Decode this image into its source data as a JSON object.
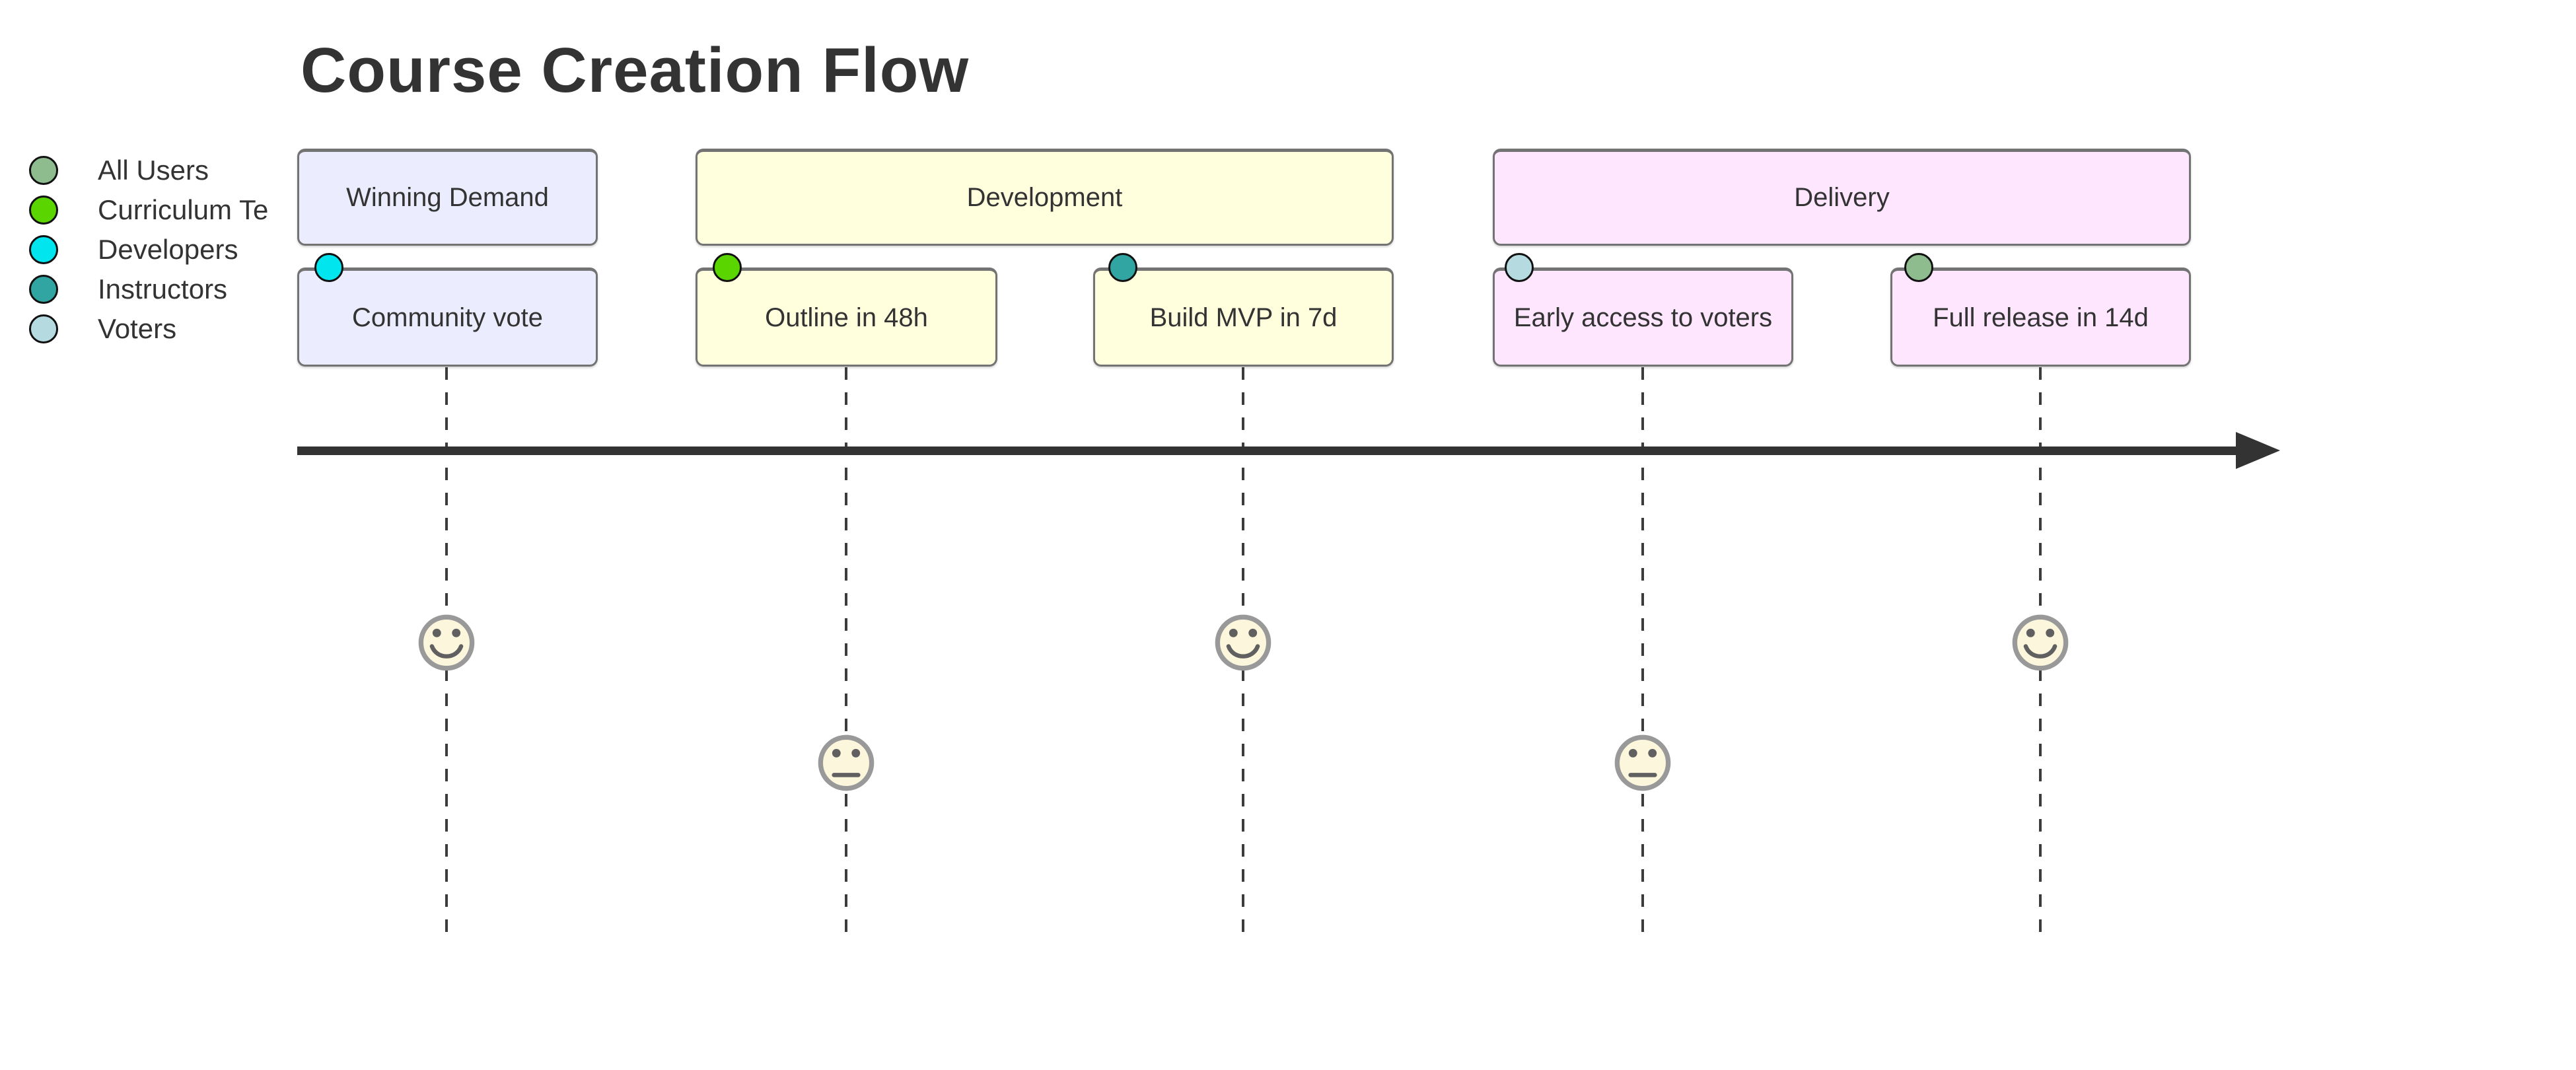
{
  "title": "Course Creation Flow",
  "colors": {
    "text": "#333333",
    "arrow": "#333333",
    "box_border": "#737373",
    "section_lavender": "#ECECFF",
    "section_yellow": "#FFFFDE",
    "section_pink": "#FFE6FF",
    "face_fill": "#FCF6DC",
    "face_stroke": "#999999",
    "face_features": "#606060"
  },
  "legend": {
    "items": [
      {
        "label": "All Users",
        "color": "#8FBC8F"
      },
      {
        "label": "Curriculum Te",
        "color": "#5AD500"
      },
      {
        "label": "Developers",
        "color": "#00E5EE"
      },
      {
        "label": "Instructors",
        "color": "#30A5A2"
      },
      {
        "label": "Voters",
        "color": "#B5DBE1"
      }
    ]
  },
  "sections": [
    {
      "label": "Winning Demand",
      "fill": "#ECECFF"
    },
    {
      "label": "Development",
      "fill": "#FFFFDE"
    },
    {
      "label": "Delivery",
      "fill": "#FFE6FF"
    }
  ],
  "tasks": [
    {
      "label": "Community vote",
      "fill": "#ECECFF",
      "actor_color": "#00E5EE"
    },
    {
      "label": "Outline in 48h",
      "fill": "#FFFFDE",
      "actor_color": "#5AD500"
    },
    {
      "label": "Build MVP in 7d",
      "fill": "#FFFFDE",
      "actor_color": "#30A5A2"
    },
    {
      "label": "Early access to voters",
      "fill": "#FFE6FF",
      "actor_color": "#B5DBE1"
    },
    {
      "label": "Full release in 14d",
      "fill": "#FFE6FF",
      "actor_color": "#8FBC8F"
    }
  ],
  "faces": [
    {
      "mood": "happy"
    },
    {
      "mood": "neutral"
    },
    {
      "mood": "happy"
    },
    {
      "mood": "neutral"
    },
    {
      "mood": "happy"
    }
  ]
}
